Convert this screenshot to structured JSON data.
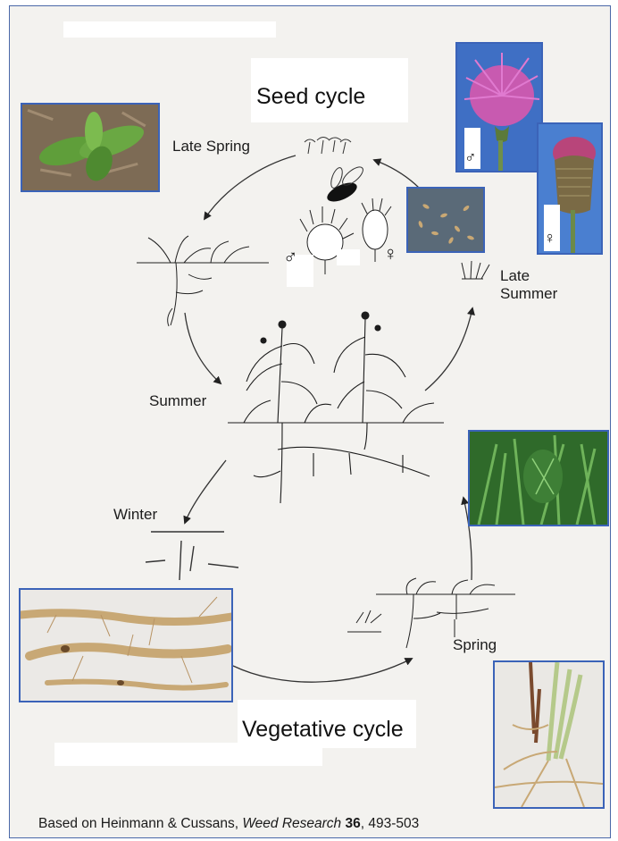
{
  "headings": {
    "seed_cycle": "Seed cycle",
    "vegetative_cycle": "Vegetative cycle"
  },
  "seasons": {
    "late_spring": "Late Spring",
    "late_summer_1": "Late",
    "late_summer_2": "Summer",
    "summer": "Summer",
    "winter": "Winter",
    "spring": "Spring"
  },
  "symbols": {
    "male": "♂",
    "female": "♀",
    "seedling_male": "♂",
    "seedling_female": "♀"
  },
  "caption": {
    "prefix": "Based on Heinmann & Cussans, ",
    "journal": "Weed Research",
    "volume": "36",
    "pages": ", 493-503"
  },
  "photos": [
    "seedling-rosette-photo",
    "male-flower-photo",
    "female-flower-photo",
    "seeds-photo",
    "spring-shoots-photo",
    "roots-photo",
    "root-shoots-photo"
  ],
  "colors": {
    "border": "#3b63b8",
    "frame_border": "#4a68a8",
    "male_flower": "#c85ab0",
    "sky": "#3f6fc4"
  }
}
